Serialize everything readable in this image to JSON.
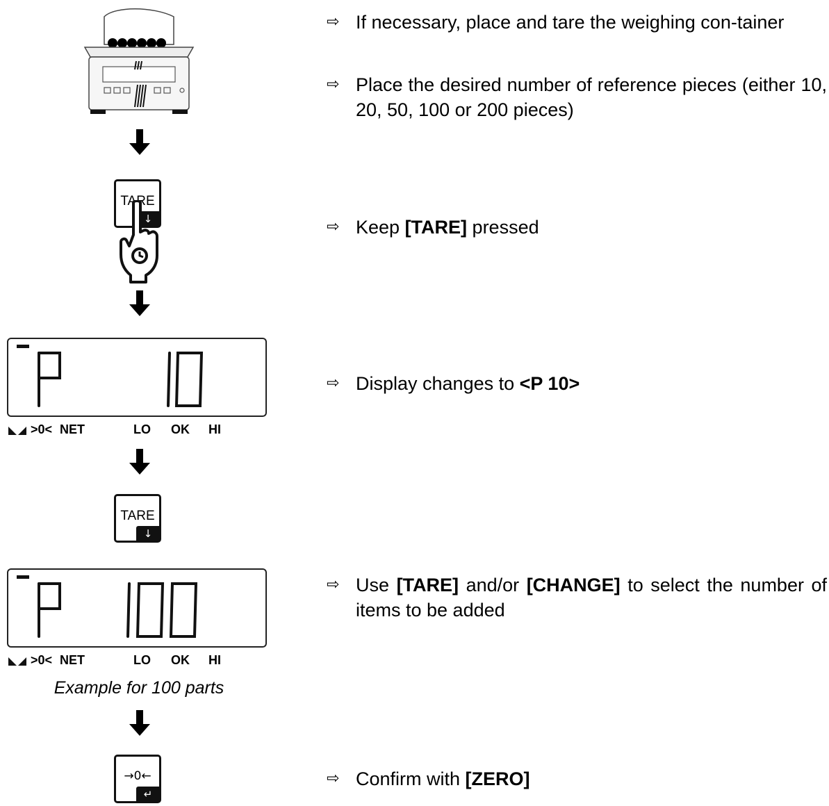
{
  "steps": [
    {
      "arrow": "⇨",
      "text": "If necessary, place and tare the weighing con-tainer"
    },
    {
      "arrow": "⇨",
      "text": "Place the desired number of reference pieces (either 10, 20, 50, 100 or 200 pieces)"
    },
    {
      "arrow": "⇨",
      "prefix": "Keep ",
      "bold": "[TARE]",
      "suffix": " pressed"
    },
    {
      "arrow": "⇨",
      "prefix": "Display changes to ",
      "bold": "<P 10>"
    },
    {
      "arrow": "⇨",
      "prefix": "Use ",
      "bold1": "[TARE]",
      "mid": " and/or ",
      "bold2": "[CHANGE]",
      "suffix": " to select the number of items to be added"
    },
    {
      "arrow": "⇨",
      "prefix": "Confirm with ",
      "bold": "[ZERO]"
    }
  ],
  "keys": {
    "tare_label": "TARE",
    "tare_tab": "↓",
    "zero_label": "→0←",
    "zero_tab": "↵"
  },
  "displays": [
    {
      "left": "P",
      "right": "10"
    },
    {
      "left": "P",
      "right": "100"
    }
  ],
  "annunciators": {
    "zero": ">0<",
    "net": "NET",
    "lo": "LO",
    "ok": "OK",
    "hi": "HI"
  },
  "caption": "Example for 100 parts"
}
